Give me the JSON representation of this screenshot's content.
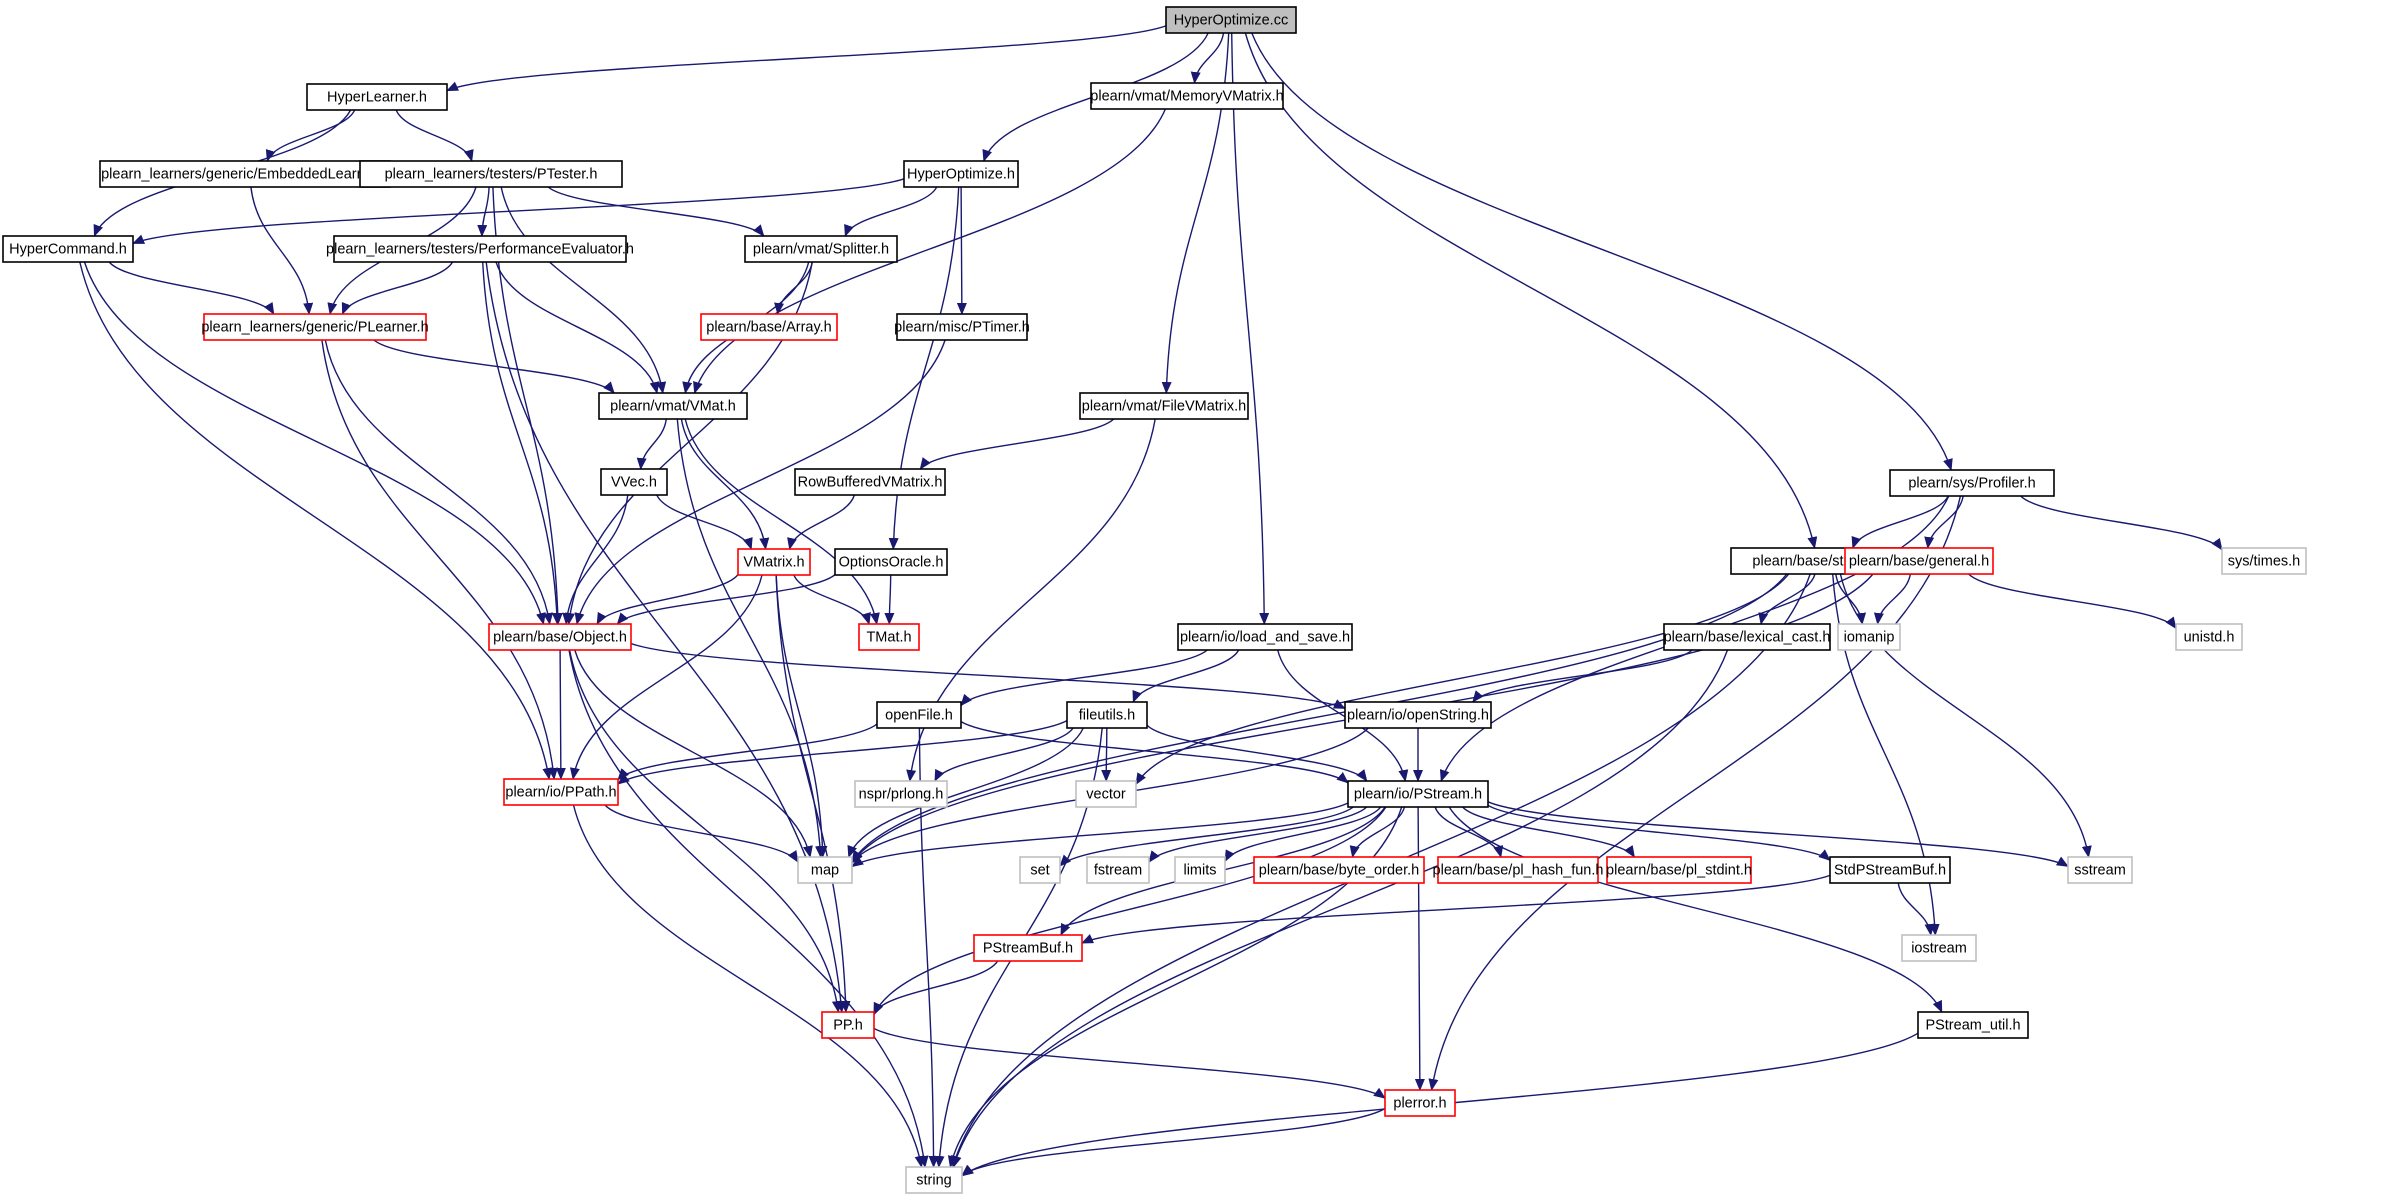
{
  "colors": {
    "edge": "#191970",
    "border_normal": "#000000",
    "border_truncated": "#ff0000",
    "border_system": "#bfbfbf",
    "root_fill": "#bfbfbf",
    "node_fill": "#ffffff"
  },
  "nodes": [
    {
      "id": "n1",
      "label": "HyperOptimize.cc",
      "kind": "root"
    },
    {
      "id": "n2",
      "label": "HyperLearner.h",
      "kind": "normal"
    },
    {
      "id": "n3",
      "label": "plearn/vmat/MemoryVMatrix.h",
      "kind": "normal"
    },
    {
      "id": "n4",
      "label": "HyperOptimize.h",
      "kind": "normal"
    },
    {
      "id": "n5",
      "label": "plearn_learners/generic/EmbeddedLearner.h",
      "kind": "normal"
    },
    {
      "id": "n6",
      "label": "plearn_learners/testers/PTester.h",
      "kind": "normal"
    },
    {
      "id": "n7",
      "label": "HyperCommand.h",
      "kind": "normal"
    },
    {
      "id": "n8",
      "label": "plearn_learners/testers/PerformanceEvaluator.h",
      "kind": "normal"
    },
    {
      "id": "n9",
      "label": "plearn/vmat/Splitter.h",
      "kind": "normal"
    },
    {
      "id": "n10",
      "label": "plearn_learners/generic/PLearner.h",
      "kind": "truncated"
    },
    {
      "id": "n11",
      "label": "plearn/base/Array.h",
      "kind": "truncated"
    },
    {
      "id": "n12",
      "label": "plearn/misc/PTimer.h",
      "kind": "normal"
    },
    {
      "id": "n13",
      "label": "plearn/vmat/VMat.h",
      "kind": "normal"
    },
    {
      "id": "n14",
      "label": "plearn/vmat/FileVMatrix.h",
      "kind": "normal"
    },
    {
      "id": "n15",
      "label": "plearn/sys/Profiler.h",
      "kind": "normal"
    },
    {
      "id": "n16",
      "label": "VVec.h",
      "kind": "normal"
    },
    {
      "id": "n17",
      "label": "RowBufferedVMatrix.h",
      "kind": "normal"
    },
    {
      "id": "n18",
      "label": "plearn/base/stringutils.h",
      "kind": "normal"
    },
    {
      "id": "n19",
      "label": "plearn/base/general.h",
      "kind": "truncated"
    },
    {
      "id": "n20",
      "label": "sys/times.h",
      "kind": "system"
    },
    {
      "id": "n21",
      "label": "VMatrix.h",
      "kind": "truncated"
    },
    {
      "id": "n22",
      "label": "OptionsOracle.h",
      "kind": "normal"
    },
    {
      "id": "n23",
      "label": "plearn/base/Object.h",
      "kind": "truncated"
    },
    {
      "id": "n24",
      "label": "TMat.h",
      "kind": "truncated"
    },
    {
      "id": "n25",
      "label": "plearn/io/load_and_save.h",
      "kind": "normal"
    },
    {
      "id": "n26",
      "label": "plearn/base/lexical_cast.h",
      "kind": "normal"
    },
    {
      "id": "n27",
      "label": "iomanip",
      "kind": "system"
    },
    {
      "id": "n28",
      "label": "unistd.h",
      "kind": "system"
    },
    {
      "id": "n29",
      "label": "openFile.h",
      "kind": "normal"
    },
    {
      "id": "n30",
      "label": "fileutils.h",
      "kind": "normal"
    },
    {
      "id": "n31",
      "label": "plearn/io/openString.h",
      "kind": "normal"
    },
    {
      "id": "n32",
      "label": "plearn/io/PPath.h",
      "kind": "truncated"
    },
    {
      "id": "n33",
      "label": "nspr/prlong.h",
      "kind": "system"
    },
    {
      "id": "n34",
      "label": "vector",
      "kind": "system"
    },
    {
      "id": "n35",
      "label": "plearn/io/PStream.h",
      "kind": "normal"
    },
    {
      "id": "n36",
      "label": "map",
      "kind": "system"
    },
    {
      "id": "n37",
      "label": "set",
      "kind": "system"
    },
    {
      "id": "n38",
      "label": "fstream",
      "kind": "system"
    },
    {
      "id": "n39",
      "label": "limits",
      "kind": "system"
    },
    {
      "id": "n40",
      "label": "plearn/base/byte_order.h",
      "kind": "truncated"
    },
    {
      "id": "n41",
      "label": "plearn/base/pl_hash_fun.h",
      "kind": "truncated"
    },
    {
      "id": "n42",
      "label": "plearn/base/pl_stdint.h",
      "kind": "truncated"
    },
    {
      "id": "n43",
      "label": "StdPStreamBuf.h",
      "kind": "normal"
    },
    {
      "id": "n44",
      "label": "sstream",
      "kind": "system"
    },
    {
      "id": "n45",
      "label": "PStreamBuf.h",
      "kind": "truncated"
    },
    {
      "id": "n46",
      "label": "iostream",
      "kind": "system"
    },
    {
      "id": "n47",
      "label": "PP.h",
      "kind": "truncated"
    },
    {
      "id": "n48",
      "label": "PStream_util.h",
      "kind": "normal"
    },
    {
      "id": "n49",
      "label": "plerror.h",
      "kind": "truncated"
    },
    {
      "id": "n50",
      "label": "string",
      "kind": "system"
    }
  ],
  "edges": [
    [
      "n1",
      "n2"
    ],
    [
      "n1",
      "n3"
    ],
    [
      "n1",
      "n4"
    ],
    [
      "n1",
      "n25"
    ],
    [
      "n1",
      "n14"
    ],
    [
      "n1",
      "n18"
    ],
    [
      "n1",
      "n15"
    ],
    [
      "n2",
      "n7"
    ],
    [
      "n2",
      "n5"
    ],
    [
      "n2",
      "n6"
    ],
    [
      "n3",
      "n13"
    ],
    [
      "n4",
      "n7"
    ],
    [
      "n4",
      "n9"
    ],
    [
      "n4",
      "n12"
    ],
    [
      "n4",
      "n22"
    ],
    [
      "n5",
      "n10"
    ],
    [
      "n6",
      "n10"
    ],
    [
      "n6",
      "n8"
    ],
    [
      "n6",
      "n9"
    ],
    [
      "n6",
      "n13"
    ],
    [
      "n6",
      "n23"
    ],
    [
      "n7",
      "n10"
    ],
    [
      "n7",
      "n23"
    ],
    [
      "n7",
      "n32"
    ],
    [
      "n8",
      "n10"
    ],
    [
      "n8",
      "n13"
    ],
    [
      "n8",
      "n23"
    ],
    [
      "n8",
      "n47"
    ],
    [
      "n9",
      "n11"
    ],
    [
      "n9",
      "n13"
    ],
    [
      "n9",
      "n23"
    ],
    [
      "n10",
      "n13"
    ],
    [
      "n10",
      "n23"
    ],
    [
      "n10",
      "n32"
    ],
    [
      "n12",
      "n23"
    ],
    [
      "n13",
      "n16"
    ],
    [
      "n13",
      "n21"
    ],
    [
      "n13",
      "n24"
    ],
    [
      "n13",
      "n36"
    ],
    [
      "n14",
      "n17"
    ],
    [
      "n14",
      "n33"
    ],
    [
      "n15",
      "n18"
    ],
    [
      "n15",
      "n19"
    ],
    [
      "n15",
      "n20"
    ],
    [
      "n15",
      "n35"
    ],
    [
      "n15",
      "n49"
    ],
    [
      "n16",
      "n21"
    ],
    [
      "n16",
      "n23"
    ],
    [
      "n17",
      "n21"
    ],
    [
      "n18",
      "n26"
    ],
    [
      "n18",
      "n27"
    ],
    [
      "n18",
      "n34"
    ],
    [
      "n18",
      "n36"
    ],
    [
      "n18",
      "n44"
    ],
    [
      "n18",
      "n46"
    ],
    [
      "n18",
      "n50"
    ],
    [
      "n19",
      "n27"
    ],
    [
      "n19",
      "n28"
    ],
    [
      "n19",
      "n36"
    ],
    [
      "n21",
      "n23"
    ],
    [
      "n21",
      "n24"
    ],
    [
      "n21",
      "n32"
    ],
    [
      "n21",
      "n36"
    ],
    [
      "n21",
      "n47"
    ],
    [
      "n22",
      "n23"
    ],
    [
      "n22",
      "n24"
    ],
    [
      "n23",
      "n31"
    ],
    [
      "n23",
      "n32"
    ],
    [
      "n23",
      "n36"
    ],
    [
      "n23",
      "n47"
    ],
    [
      "n23",
      "n50"
    ],
    [
      "n25",
      "n29"
    ],
    [
      "n25",
      "n30"
    ],
    [
      "n25",
      "n35"
    ],
    [
      "n26",
      "n31"
    ],
    [
      "n26",
      "n50"
    ],
    [
      "n29",
      "n32"
    ],
    [
      "n29",
      "n35"
    ],
    [
      "n29",
      "n50"
    ],
    [
      "n30",
      "n32"
    ],
    [
      "n30",
      "n33"
    ],
    [
      "n30",
      "n34"
    ],
    [
      "n30",
      "n35"
    ],
    [
      "n30",
      "n36"
    ],
    [
      "n30",
      "n50"
    ],
    [
      "n31",
      "n35"
    ],
    [
      "n31",
      "n36"
    ],
    [
      "n32",
      "n36"
    ],
    [
      "n32",
      "n50"
    ],
    [
      "n35",
      "n36"
    ],
    [
      "n35",
      "n37"
    ],
    [
      "n35",
      "n38"
    ],
    [
      "n35",
      "n39"
    ],
    [
      "n35",
      "n40"
    ],
    [
      "n35",
      "n41"
    ],
    [
      "n35",
      "n42"
    ],
    [
      "n35",
      "n43"
    ],
    [
      "n35",
      "n44"
    ],
    [
      "n35",
      "n45"
    ],
    [
      "n35",
      "n47"
    ],
    [
      "n35",
      "n48"
    ],
    [
      "n35",
      "n49"
    ],
    [
      "n35",
      "n50"
    ],
    [
      "n43",
      "n45"
    ],
    [
      "n43",
      "n46"
    ],
    [
      "n45",
      "n47"
    ],
    [
      "n47",
      "n49"
    ],
    [
      "n48",
      "n50"
    ],
    [
      "n49",
      "n50"
    ]
  ]
}
